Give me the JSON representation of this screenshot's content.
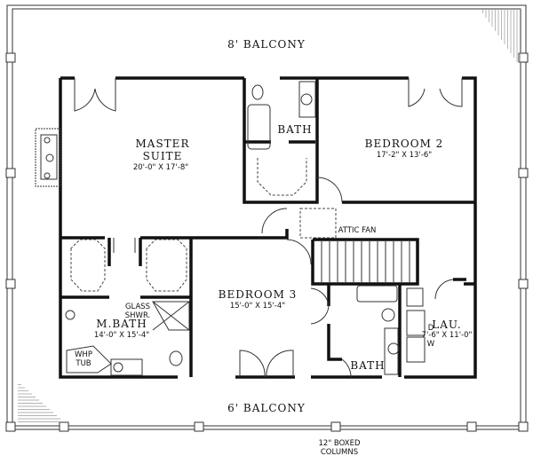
{
  "rooms": {
    "balcony_top": "8' BALCONY",
    "balcony_bottom": "6' BALCONY",
    "master_suite": {
      "line1": "MASTER",
      "line2": "SUITE",
      "dims": "20'-0\" X 17'-8\""
    },
    "bath_upper": "BATH",
    "bedroom2": {
      "name": "BEDROOM 2",
      "dims": "17'-2\" X 13'-6\""
    },
    "attic_fan": "ATTIC FAN",
    "bedroom3": {
      "name": "BEDROOM 3",
      "dims": "15'-0\" X 15'-4\""
    },
    "glass_shower": {
      "line1": "GLASS",
      "line2": "SHWR."
    },
    "master_bath": {
      "name": "M.BATH",
      "dims": "14'-0\" X 15'-4\""
    },
    "whirlpool_tub": {
      "line1": "WHP",
      "line2": "TUB"
    },
    "bath_lower": "BATH",
    "laundry": {
      "name": "LAU.",
      "dims": "7'-6\" X 11'-0\"",
      "dryer": "D",
      "washer": "W"
    },
    "columns_note": {
      "line1": "12\" BOXED",
      "line2": "COLUMNS"
    }
  }
}
